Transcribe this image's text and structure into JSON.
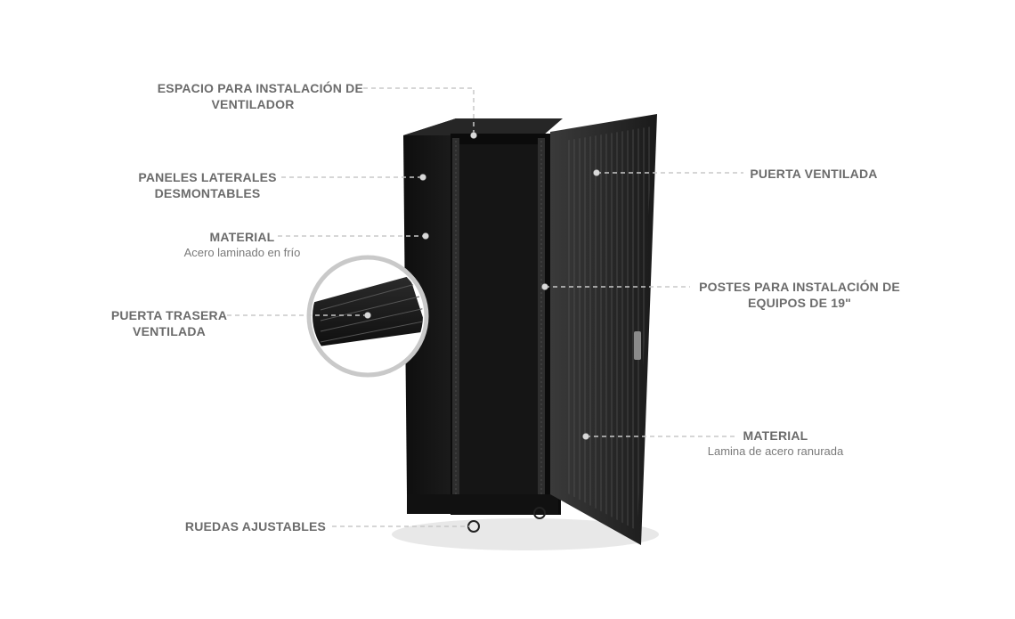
{
  "labels": {
    "fan_space": {
      "title_1": "ESPACIO PARA INSTALACIÓN DE",
      "title_2": "VENTILADOR"
    },
    "side_panels": {
      "title_1": "PANELES LATERALES",
      "title_2": "DESMONTABLES"
    },
    "material_body": {
      "title": "MATERIAL",
      "subtitle": "Acero laminado en frío"
    },
    "rear_door": {
      "title_1": "PUERTA TRASERA",
      "title_2": "VENTILADA"
    },
    "wheels": {
      "title": "RUEDAS AJUSTABLES"
    },
    "vented_door": {
      "title": "PUERTA VENTILADA"
    },
    "posts": {
      "title_1": "POSTES PARA INSTALACIÓN DE",
      "title_2": "EQUIPOS DE 19\""
    },
    "material_door": {
      "title": "MATERIAL",
      "subtitle": "Lamina de acero ranurada"
    }
  },
  "colors": {
    "label_text": "#6b6b6b",
    "leader_line": "#c8c8c8",
    "cabinet": "#1a1a1a",
    "door": "#2a2a2a"
  }
}
